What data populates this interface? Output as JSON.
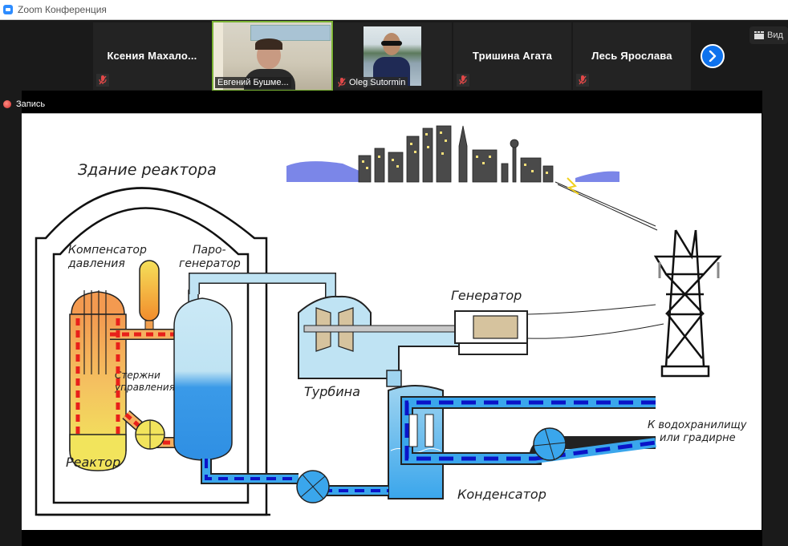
{
  "window": {
    "title": "Zoom Конференция",
    "app_icon": "zoom-camera-icon"
  },
  "participants": [
    {
      "name": "Ксения  Махало...",
      "video": false,
      "muted": true
    },
    {
      "name": "Евгений Бушме...",
      "video": true,
      "muted": false,
      "active_speaker": true
    },
    {
      "name": "Oleg Sutormin",
      "video": true,
      "muted": true
    },
    {
      "name": "Тришина Агата",
      "video": false,
      "muted": true
    },
    {
      "name": "Лесь Ярослава",
      "video": false,
      "muted": true
    }
  ],
  "controls": {
    "next_page_icon": "chevron-right-icon",
    "view_label": "Вид",
    "view_icon": "grid-view-icon"
  },
  "recording": {
    "label": "Запись",
    "icon": "record-dot-icon"
  },
  "slide": {
    "labels": {
      "building": "Здание реактора",
      "pressurizer_line1": "Компенсатор",
      "pressurizer_line2": "давления",
      "steam_gen_line1": "Паро-",
      "steam_gen_line2": "генератор",
      "control_rods_line1": "Стержни",
      "control_rods_line2": "управления",
      "reactor": "Реактор",
      "turbine": "Турбина",
      "generator": "Генератор",
      "condenser": "Конденсатор",
      "outlet_line1": "К водохранилищу",
      "outlet_line2": "или градирне"
    },
    "colors": {
      "hot_loop": "#f58a3a",
      "hot_dash": "#e8201a",
      "reactor_body": "#f2e45c",
      "steam": "#bfe3f3",
      "water": "#3aa6ec",
      "water_dash": "#0a14c8",
      "city_sky": "#7b86e8",
      "building": "#4a4a4a",
      "window": "#f5e07a"
    }
  }
}
